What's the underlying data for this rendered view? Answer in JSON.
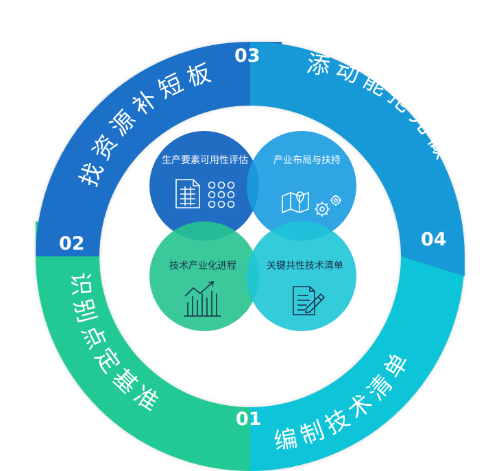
{
  "ring": {
    "segments": [
      {
        "number": "01",
        "label": "编制技术清单",
        "color": "#11c4d8"
      },
      {
        "number": "02",
        "label": "识别点定基准",
        "color": "#21c994"
      },
      {
        "number": "03",
        "label": "找资源补短板",
        "color": "#1e6fc8"
      },
      {
        "number": "04",
        "label": "添动能抢先做",
        "color": "#1699d6"
      }
    ]
  },
  "center": {
    "circles": [
      {
        "title": "生产要素可用性评估",
        "color": "#1565c0",
        "icon": "document-grid-icon"
      },
      {
        "title": "产业布局与扶持",
        "color": "#1a9be0",
        "icon": "map-gears-icon"
      },
      {
        "title": "技术产业化进程",
        "color": "#26c391",
        "icon": "bar-chart-trend-icon"
      },
      {
        "title": "关键共性技术清单",
        "color": "#1ec5d6",
        "icon": "document-pen-icon"
      }
    ]
  }
}
